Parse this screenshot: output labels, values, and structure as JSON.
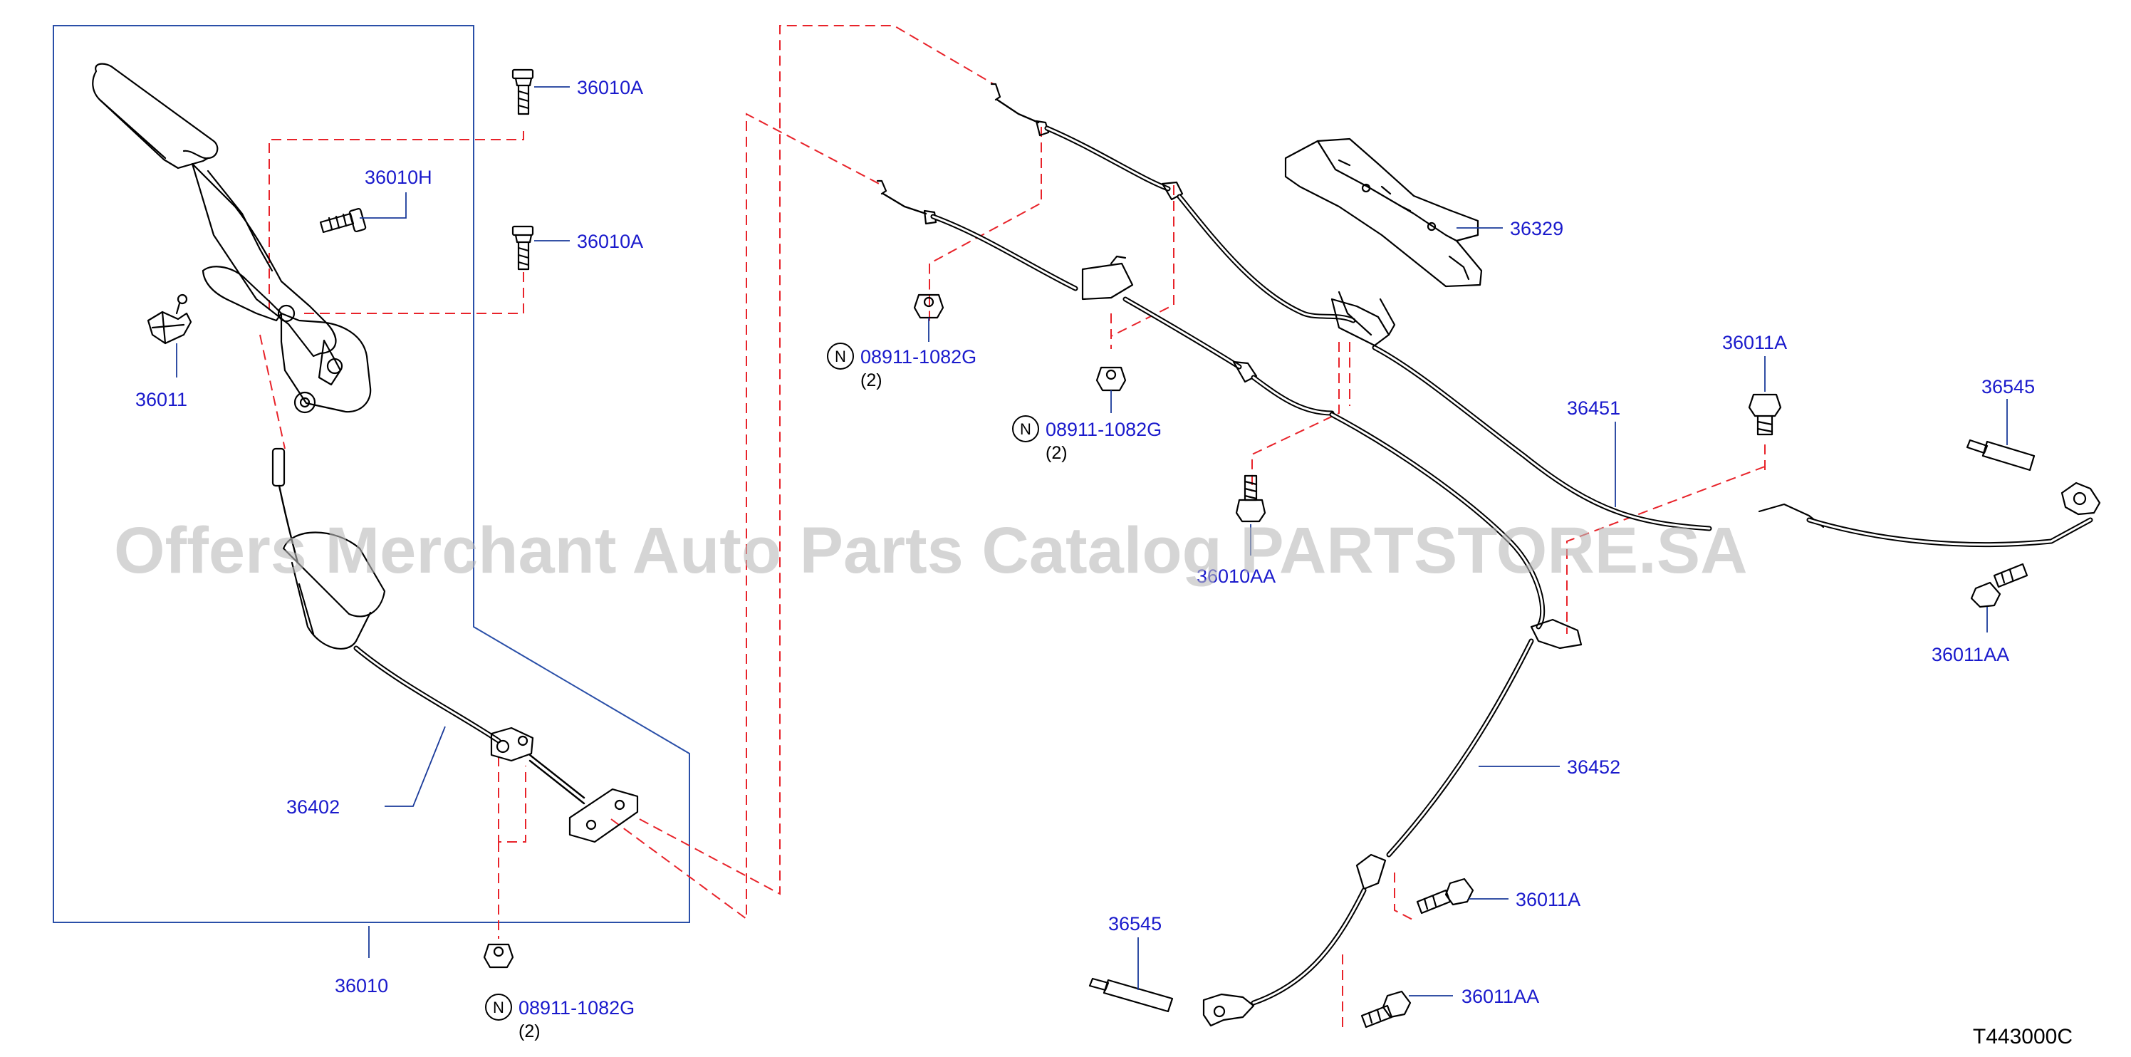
{
  "callouts": {
    "c_36010A_1": "36010A",
    "c_36010H": "36010H",
    "c_36010A_2": "36010A",
    "c_36011": "36011",
    "c_36402": "36402",
    "c_36010": "36010",
    "c_08911_1": "08911-1082G",
    "c_08911_2": "08911-1082G",
    "c_08911_3": "08911-1082G",
    "c_36329": "36329",
    "c_36011A_1": "36011A",
    "c_36545_1": "36545",
    "c_36451": "36451",
    "c_36010AA": "36010AA",
    "c_36011AA_1": "36011AA",
    "c_36452": "36452",
    "c_36011A_2": "36011A",
    "c_36545_2": "36545",
    "c_36011AA_2": "36011AA"
  },
  "quantities": {
    "q1": "(2)",
    "q2": "(2)",
    "q3": "(2)"
  },
  "nut_marker": "N",
  "diagram_code": "T443000C",
  "watermark": "Offers Merchant Auto Parts Catalog PARTSTORE.SA",
  "colors": {
    "callout_text": "#1a1acc",
    "leader_line": "#1a3a9a",
    "dashed_reference": "#e8232a",
    "frame": "#2a4fa8",
    "watermark": "#b9b9b9"
  }
}
